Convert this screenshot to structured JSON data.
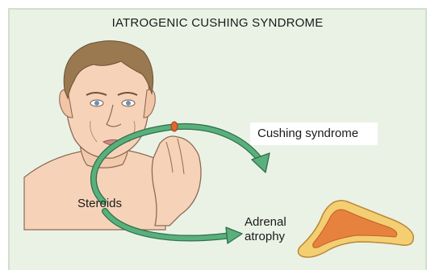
{
  "title": "IATROGENIC CUSHING SYNDROME",
  "labels": {
    "cushing": "Cushing syndrome",
    "steroids": "Steroids",
    "adrenal_line1": "Adrenal",
    "adrenal_line2": "atrophy"
  },
  "colors": {
    "background": "#eaf2e6",
    "skin": "#f6d3b8",
    "hair": "#9a7850",
    "arrow": "#59b07c",
    "pill": "#e0672e",
    "adrenal_outer": "#f3cf72",
    "adrenal_inner": "#e6823e"
  }
}
